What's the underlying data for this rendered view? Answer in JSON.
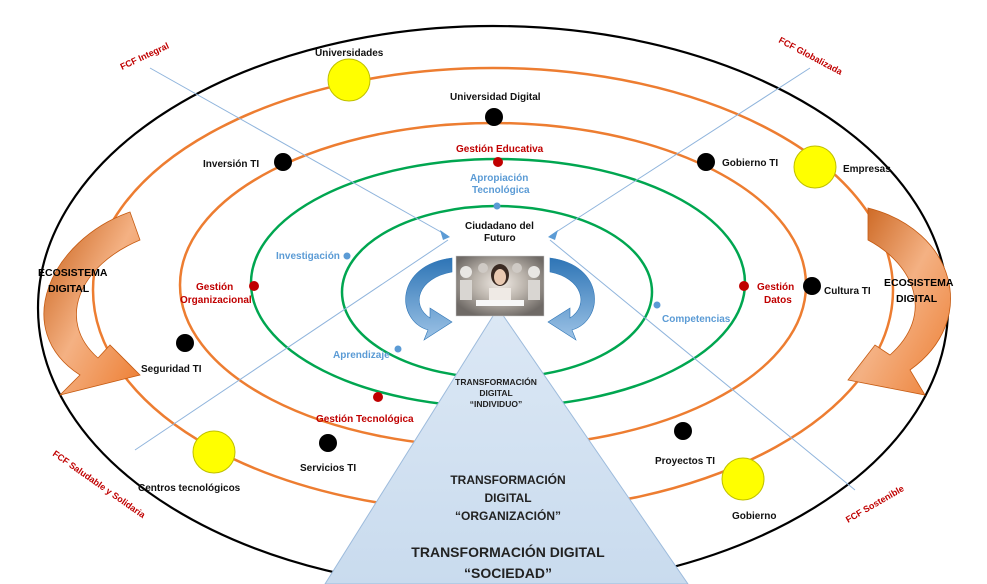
{
  "diagram": {
    "fcf": {
      "integral": "FCF Integral",
      "globalizada": "FCF Globalizada",
      "saludable": "FCF Saludable y Solidaria",
      "sostenible": "FCF Sostenible"
    },
    "ecosystem": {
      "left_line1": "ECOSISTEMA",
      "left_line2": "DIGITAL",
      "right_line1": "ECOSISTEMA",
      "right_line2": "DIGITAL"
    },
    "outer_nodes": {
      "universidades": "Universidades",
      "empresas": "Empresas",
      "centros": "Centros tecnológicos",
      "gobierno": "Gobierno"
    },
    "middle_nodes": {
      "universidad_digital": "Universidad Digital",
      "inversion": "Inversión TI",
      "gobierno_ti": "Gobierno TI",
      "cultura_ti": "Cultura TI",
      "seguridad_ti": "Seguridad TI",
      "servicios_ti": "Servicios TI",
      "proyectos_ti": "Proyectos TI"
    },
    "gestion": {
      "educativa": "Gestión Educativa",
      "organizacional_1": "Gestión",
      "organizacional_2": "Organizacional",
      "datos_1": "Gestión",
      "datos_2": "Datos",
      "tecnologica": "Gestión Tecnológica"
    },
    "inner": {
      "apropiacion_1": "Apropiación",
      "apropiacion_2": "Tecnológica",
      "investigacion": "Investigación",
      "competencias": "Competencias",
      "aprendizaje": "Aprendizaje",
      "ciudadano_1": "Ciudadano del",
      "ciudadano_2": "Futuro"
    },
    "pyramid": {
      "individuo_1": "TRANSFORMACIÓN",
      "individuo_2": "DIGITAL",
      "individuo_3": "“INDIVIDUO”",
      "organizacion_1": "TRANSFORMACIÓN",
      "organizacion_2": "DIGITAL",
      "organizacion_3": "“ORGANIZACIÓN”",
      "sociedad_1": "TRANSFORMACIÓN DIGITAL",
      "sociedad_2": "“SOCIEDAD”"
    },
    "colors": {
      "outer_ellipse": "#000000",
      "orange_rings": "#ed7d31",
      "green_rings": "#00a650",
      "yellow_node": "#ffff00",
      "black_node": "#000000",
      "red_node": "#c00000",
      "blue_node": "#5b9bd5",
      "pyramid": "#d6e4f2"
    }
  }
}
